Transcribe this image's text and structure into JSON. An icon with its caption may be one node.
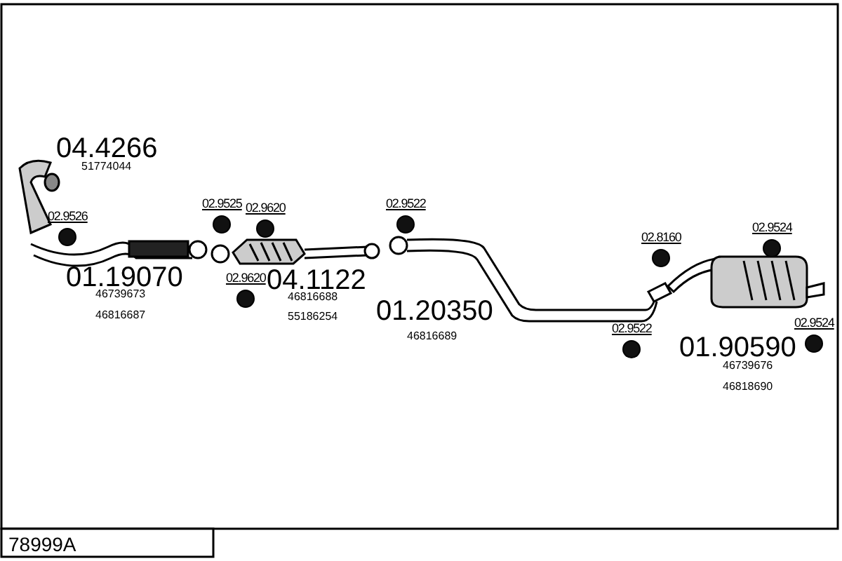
{
  "diagram": {
    "labels": [
      "04.4266",
      "51774044",
      "02.9525",
      "02.9620",
      "02.9526",
      "02.9522",
      "02.8160",
      "02.9524",
      "01.19070",
      "02.9620",
      "04.1122",
      "01.20350",
      "46739673",
      "46816688",
      "46816689",
      "46816687",
      "55186254",
      "02.9522",
      "01.90590",
      "02.9524",
      "46739676",
      "46818690",
      "78999A"
    ]
  }
}
